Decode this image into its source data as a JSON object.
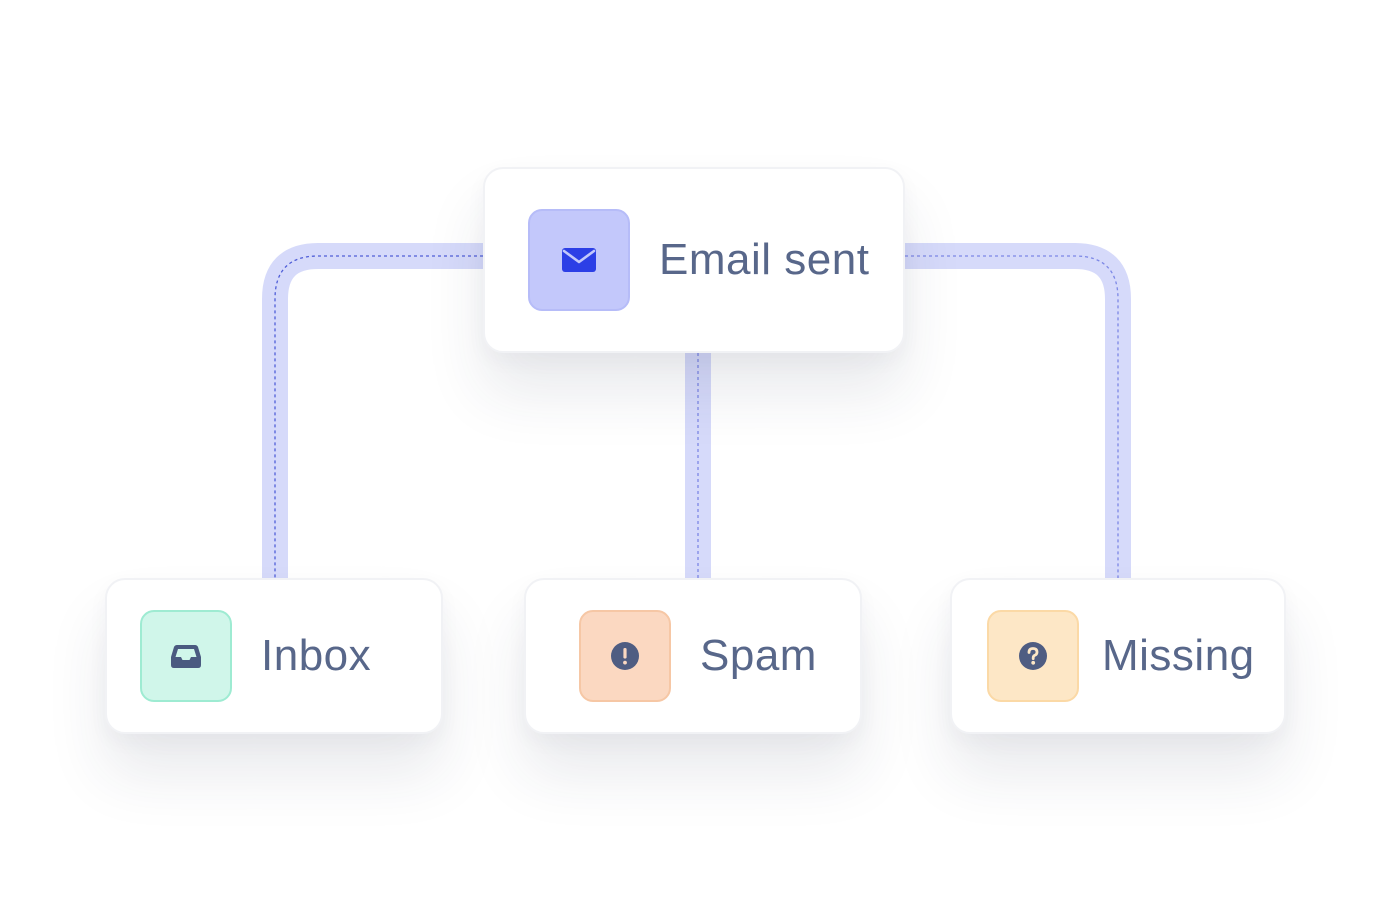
{
  "diagram": {
    "root": {
      "label": "Email sent",
      "icon": "envelope-icon",
      "color": "#c3c8fb",
      "icon_color": "#2c3fe6"
    },
    "children": [
      {
        "label": "Inbox",
        "icon": "inbox-tray-icon",
        "color": "#d0f6ea",
        "border": "#9eebd2",
        "icon_color": "#4a5a80"
      },
      {
        "label": "Spam",
        "icon": "exclamation-circle-icon",
        "color": "#fbd8c1",
        "border": "#f6c7a5",
        "icon_color": "#4f5d82"
      },
      {
        "label": "Missing",
        "icon": "question-circle-icon",
        "color": "#fde7c6",
        "border": "#fbd9a6",
        "icon_color": "#4f5d82"
      }
    ],
    "connector_color": "#d6dafa",
    "connector_dash_color": "#5a68e0"
  }
}
